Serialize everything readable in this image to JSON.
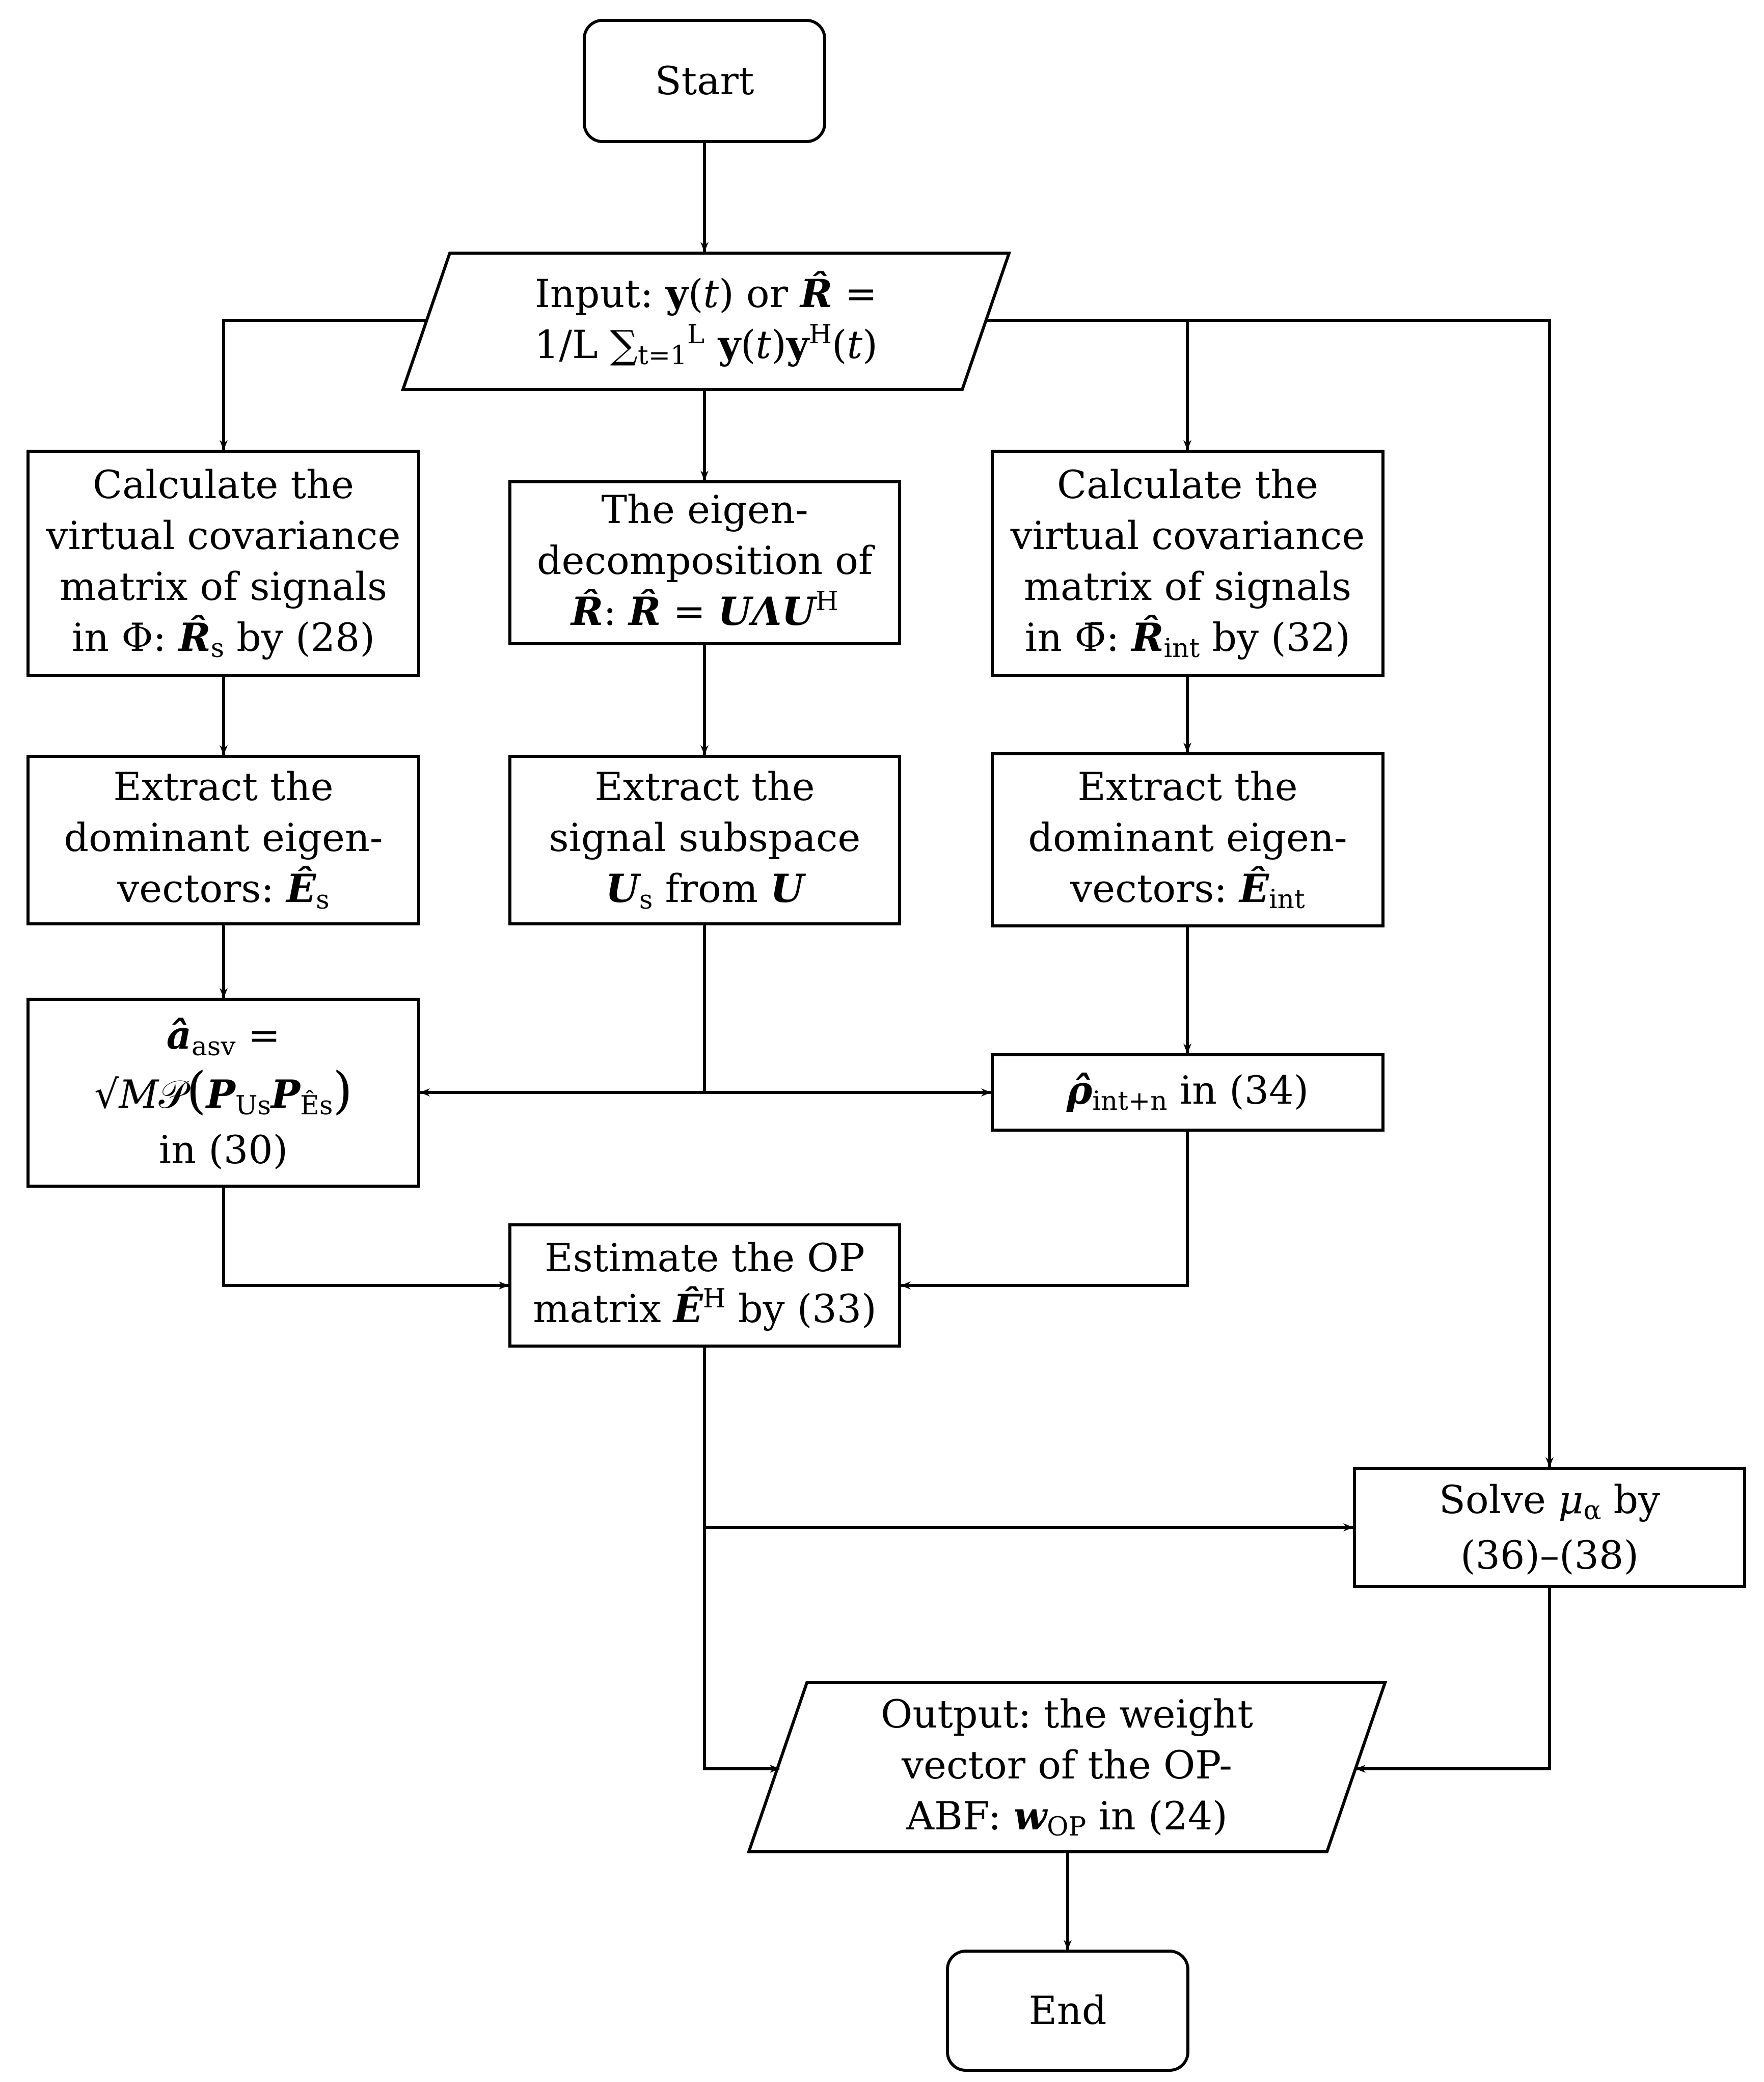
{
  "nodes": {
    "start": {
      "lines": [
        [
          {
            "t": "Start"
          }
        ]
      ]
    },
    "input": {
      "lines": [
        [
          {
            "t": "Input: "
          },
          {
            "m": "y",
            "s": "b"
          },
          {
            "m": "(",
            "s": "r"
          },
          {
            "m": "t",
            "s": "i"
          },
          {
            "m": ")",
            "s": "r"
          },
          {
            "t": " or "
          },
          {
            "m": "R̂",
            "s": "bi"
          },
          {
            "m": " =",
            "s": "r"
          }
        ],
        [
          {
            "m": "1/L",
            "s": "r"
          },
          {
            "m": " ∑",
            "s": "r"
          },
          {
            "m": "t=1",
            "s": "sub"
          },
          {
            "m": "L",
            "s": "sup"
          },
          {
            "m": " y",
            "s": "b"
          },
          {
            "m": "(",
            "s": "r"
          },
          {
            "m": "t",
            "s": "i"
          },
          {
            "m": ")",
            "s": "r"
          },
          {
            "m": "y",
            "s": "b"
          },
          {
            "m": "H",
            "s": "sup"
          },
          {
            "m": "(",
            "s": "r"
          },
          {
            "m": "t",
            "s": "i"
          },
          {
            "m": ")",
            "s": "r"
          }
        ]
      ]
    },
    "cov_s": {
      "lines": [
        [
          {
            "t": "Calculate the"
          }
        ],
        [
          {
            "t": "virtual covariance"
          }
        ],
        [
          {
            "t": "matrix of signals"
          }
        ],
        [
          {
            "t": "in "
          },
          {
            "m": "Φ",
            "s": "r"
          },
          {
            "t": ":  "
          },
          {
            "m": "R̂",
            "s": "bi"
          },
          {
            "m": "s",
            "s": "sub"
          },
          {
            "t": " by (28)"
          }
        ]
      ]
    },
    "eig": {
      "lines": [
        [
          {
            "t": "The eigen-"
          }
        ],
        [
          {
            "t": "decomposition of"
          }
        ],
        [
          {
            "m": "R̂",
            "s": "bi"
          },
          {
            "t": ":  "
          },
          {
            "m": "R̂",
            "s": "bi"
          },
          {
            "m": " = ",
            "s": "r"
          },
          {
            "m": "UΛU",
            "s": "bi"
          },
          {
            "m": "H",
            "s": "sup"
          }
        ]
      ]
    },
    "cov_int": {
      "lines": [
        [
          {
            "t": "Calculate the"
          }
        ],
        [
          {
            "t": "virtual covariance"
          }
        ],
        [
          {
            "t": "matrix of signals"
          }
        ],
        [
          {
            "t": "in "
          },
          {
            "m": "Φ̄",
            "s": "r"
          },
          {
            "t": ":  "
          },
          {
            "m": "R̂",
            "s": "bi"
          },
          {
            "m": "int",
            "s": "sub"
          },
          {
            "t": " by (32)"
          }
        ]
      ]
    },
    "ext_s": {
      "lines": [
        [
          {
            "t": "Extract the"
          }
        ],
        [
          {
            "t": "dominant eigen-"
          }
        ],
        [
          {
            "t": "vectors:  "
          },
          {
            "m": "Ê",
            "s": "bi"
          },
          {
            "m": "s",
            "s": "sub"
          }
        ]
      ]
    },
    "ext_sub": {
      "lines": [
        [
          {
            "t": "Extract the"
          }
        ],
        [
          {
            "t": "signal subspace"
          }
        ],
        [
          {
            "m": "U",
            "s": "bi"
          },
          {
            "m": "s",
            "s": "sub"
          },
          {
            "t": " from "
          },
          {
            "m": "U",
            "s": "bi"
          }
        ]
      ]
    },
    "ext_int": {
      "lines": [
        [
          {
            "t": "Extract the"
          }
        ],
        [
          {
            "t": "dominant eigen-"
          }
        ],
        [
          {
            "t": "vectors:  "
          },
          {
            "m": "Ê",
            "s": "bi"
          },
          {
            "m": "int",
            "s": "sub"
          }
        ]
      ]
    },
    "asv": {
      "lines": [
        [
          {
            "m": "â",
            "s": "bi"
          },
          {
            "m": "asv",
            "s": "sub"
          },
          {
            "m": "   =",
            "s": "r"
          }
        ],
        [
          {
            "m": "√",
            "s": "r"
          },
          {
            "m": "M",
            "s": "i"
          },
          {
            "m": "𝒫",
            "s": "r"
          },
          {
            "m": "(",
            "s": "big"
          },
          {
            "m": "P",
            "s": "bi"
          },
          {
            "m": "U",
            "s": "sub"
          },
          {
            "m": "s",
            "s": "sub"
          },
          {
            "m": "P",
            "s": "bi"
          },
          {
            "m": "Ê",
            "s": "sub"
          },
          {
            "m": "s",
            "s": "sub"
          },
          {
            "m": ")",
            "s": "big"
          }
        ],
        [
          {
            "t": "in (30)"
          }
        ]
      ]
    },
    "rho": {
      "lines": [
        [
          {
            "m": "ρ̂",
            "s": "bi"
          },
          {
            "m": "int+n",
            "s": "sub"
          },
          {
            "t": " in (34)"
          }
        ]
      ]
    },
    "op": {
      "lines": [
        [
          {
            "t": "Estimate the OP"
          }
        ],
        [
          {
            "t": "matrix "
          },
          {
            "m": "Ê",
            "s": "bi"
          },
          {
            "m": "H",
            "s": "sup"
          },
          {
            "t": " by (33)"
          }
        ]
      ]
    },
    "mu": {
      "lines": [
        [
          {
            "t": "Solve "
          },
          {
            "m": "μ",
            "s": "i"
          },
          {
            "m": "α",
            "s": "sub"
          },
          {
            "t": " by"
          }
        ],
        [
          {
            "t": "(36)–(38)"
          }
        ]
      ]
    },
    "output": {
      "lines": [
        [
          {
            "t": "Output:  the weight"
          }
        ],
        [
          {
            "t": "vector of the OP-"
          }
        ],
        [
          {
            "t": "ABF: "
          },
          {
            "m": "w",
            "s": "bi"
          },
          {
            "m": "OP",
            "s": "sub"
          },
          {
            "t": " in (24)"
          }
        ]
      ]
    },
    "end": {
      "lines": [
        [
          {
            "t": "End"
          }
        ]
      ]
    }
  }
}
